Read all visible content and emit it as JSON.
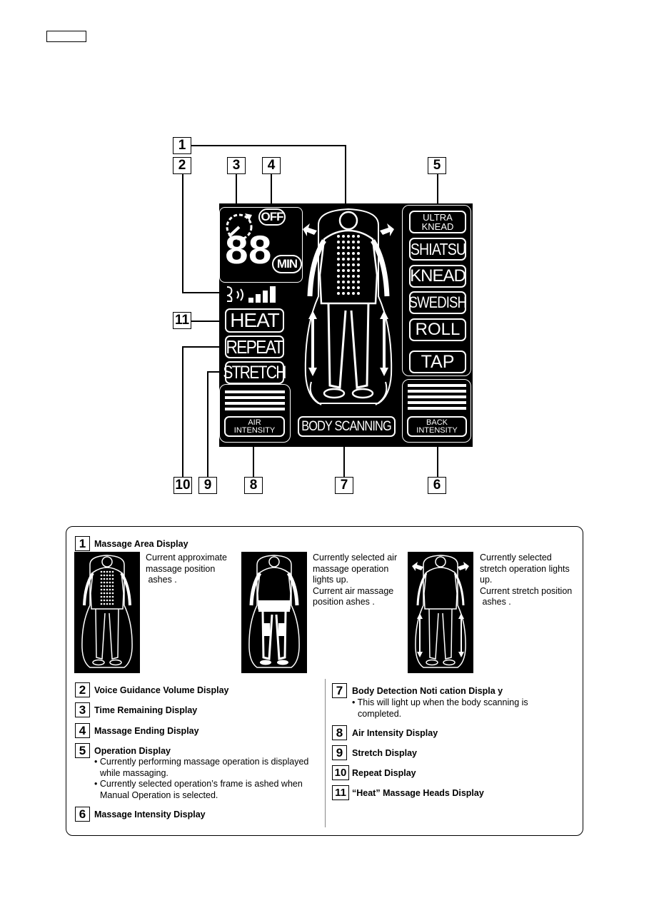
{
  "callouts": [
    "1",
    "2",
    "3",
    "4",
    "5",
    "6",
    "7",
    "8",
    "9",
    "10",
    "11"
  ],
  "lcd": {
    "off_label": "OFF",
    "digits": "88",
    "min_label": "MIN",
    "heat": "HEAT",
    "repeat": "REPEAT",
    "stretch": "STRETCH",
    "air_intensity": [
      "AIR",
      "INTENSITY"
    ],
    "body_scanning": "BODY SCANNING",
    "back_intensity": [
      "BACK",
      "INTENSITY"
    ],
    "operations": {
      "ultra_knead": [
        "ULTRA",
        "KNEAD"
      ],
      "shiatsu": "SHIATSU",
      "knead": "KNEAD",
      "swedish": "SWEDISH",
      "roll": "ROLL",
      "tap": "TAP"
    }
  },
  "legend": {
    "item1": {
      "num": "1",
      "title": "Massage Area Display",
      "col1": [
        "Current approximate",
        "massage position",
        " ashes ."
      ],
      "col2": [
        "Currently selected air",
        "massage operation",
        "lights up.",
        "Current air massage",
        "position  ashes ."
      ],
      "col3": [
        "Currently selected",
        "stretch operation lights",
        "up.",
        "Current stretch position",
        " ashes ."
      ]
    },
    "left_items": [
      {
        "num": "2",
        "title": "Voice Guidance Volume Display"
      },
      {
        "num": "3",
        "title": "Time Remaining Display"
      },
      {
        "num": "4",
        "title": "Massage Ending Display"
      },
      {
        "num": "5",
        "title": "Operation Display",
        "bullets": [
          [
            "• Currently performing massage operation is displayed",
            "while massaging."
          ],
          [
            "• Currently selected operation’s frame is  ashed  when",
            "Manual Operation is selected."
          ]
        ]
      },
      {
        "num": "6",
        "title": "Massage Intensity Display"
      }
    ],
    "right_items": [
      {
        "num": "7",
        "title": "Body Detection Noti cation Displa y",
        "bullets": [
          [
            "• This will light up when the body scanning is",
            "completed."
          ]
        ]
      },
      {
        "num": "8",
        "title": "Air Intensity Display"
      },
      {
        "num": "9",
        "title": "Stretch Display"
      },
      {
        "num": "10",
        "title": "Repeat Display"
      },
      {
        "num": "11",
        "title": "“Heat” Massage Heads Display"
      }
    ]
  }
}
